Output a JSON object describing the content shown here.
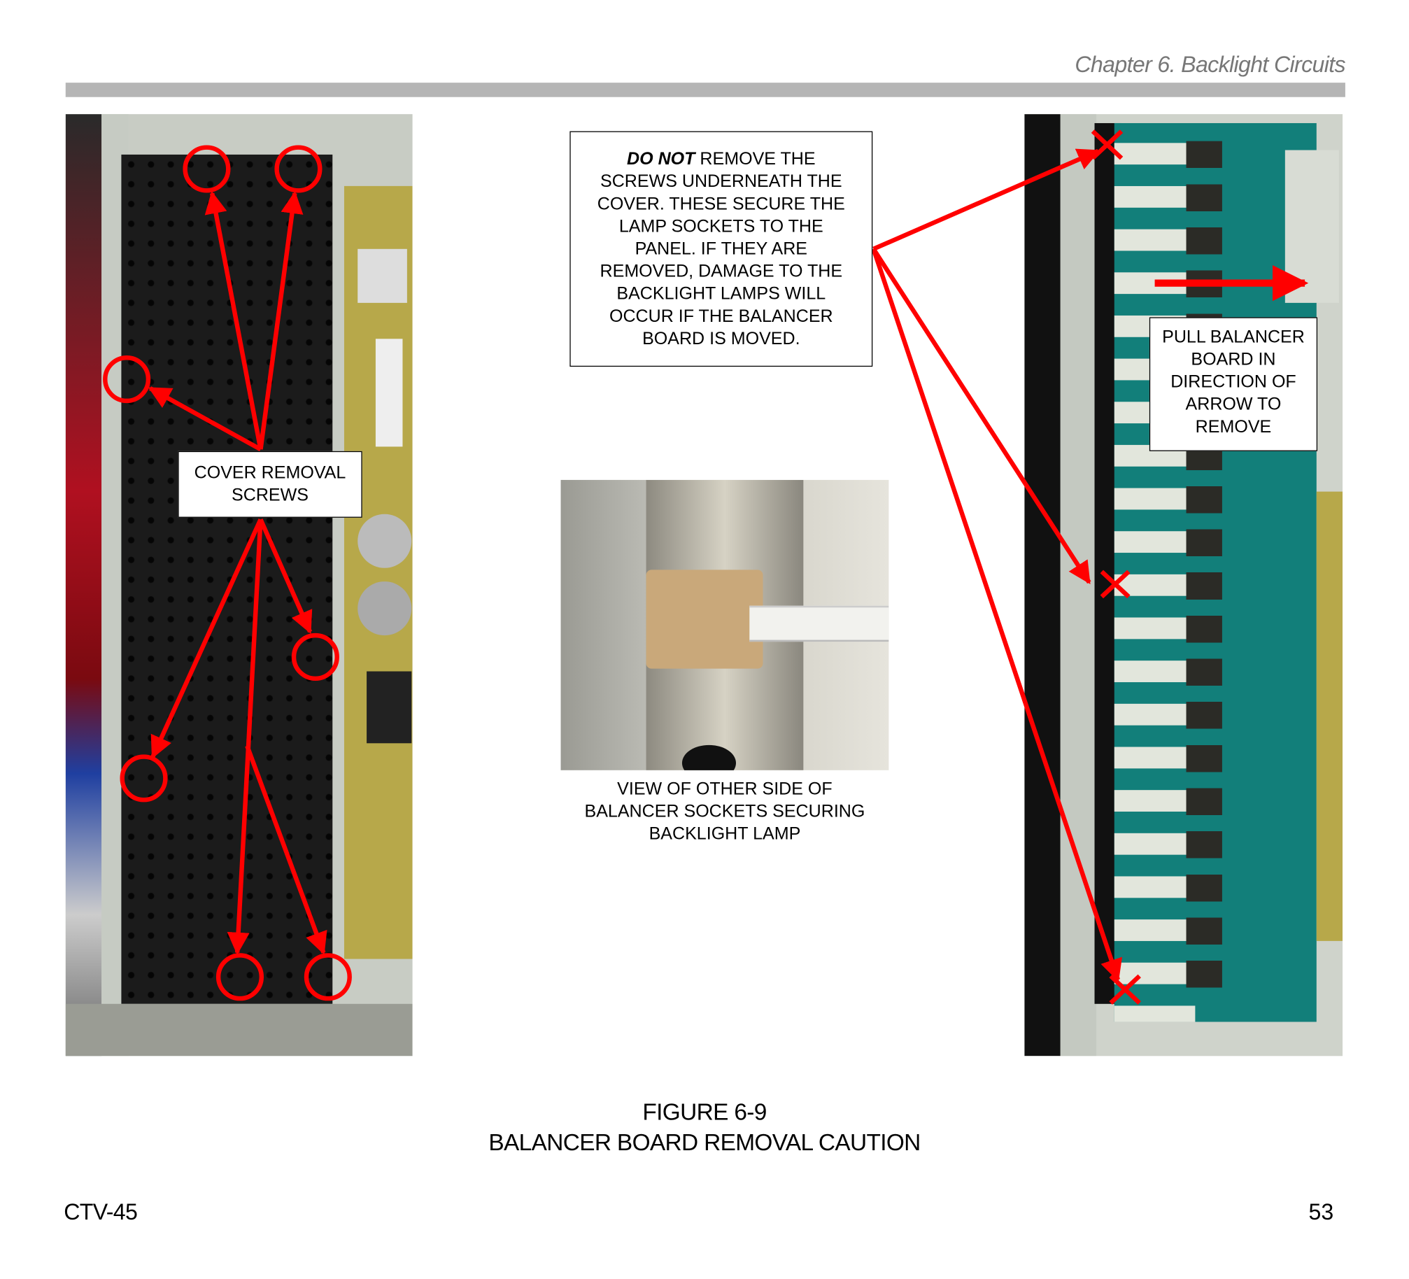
{
  "header": {
    "chapter": "Chapter 6. Backlight Circuits"
  },
  "callouts": {
    "caution_bold": "DO NOT",
    "caution_lines": [
      "REMOVE THE",
      "SCREWS UNDERNEATH THE",
      "COVER. THESE SECURE THE",
      "LAMP SOCKETS TO THE",
      "PANEL. IF THEY ARE",
      "REMOVED, DAMAGE TO THE",
      "BACKLIGHT LAMPS WILL",
      "OCCUR IF THE BALANCER",
      "BOARD IS MOVED."
    ],
    "cover_lines": [
      "COVER REMOVAL",
      "SCREWS"
    ],
    "pull_lines": [
      "PULL BALANCER",
      "BOARD IN",
      "DIRECTION OF",
      "ARROW TO",
      "REMOVE"
    ]
  },
  "mid_caption": [
    "VIEW OF OTHER SIDE OF",
    "BALANCER SOCKETS SECURING",
    "BACKLIGHT LAMP"
  ],
  "figure": {
    "number": "FIGURE 6-9",
    "title": "BALANCER BOARD REMOVAL CAUTION"
  },
  "footer": {
    "doc_id": "CTV-45",
    "page_number": "53"
  },
  "colors": {
    "annotation": "#ff0000",
    "pcb": "#127f7a",
    "rule": "#b5b5b5"
  }
}
